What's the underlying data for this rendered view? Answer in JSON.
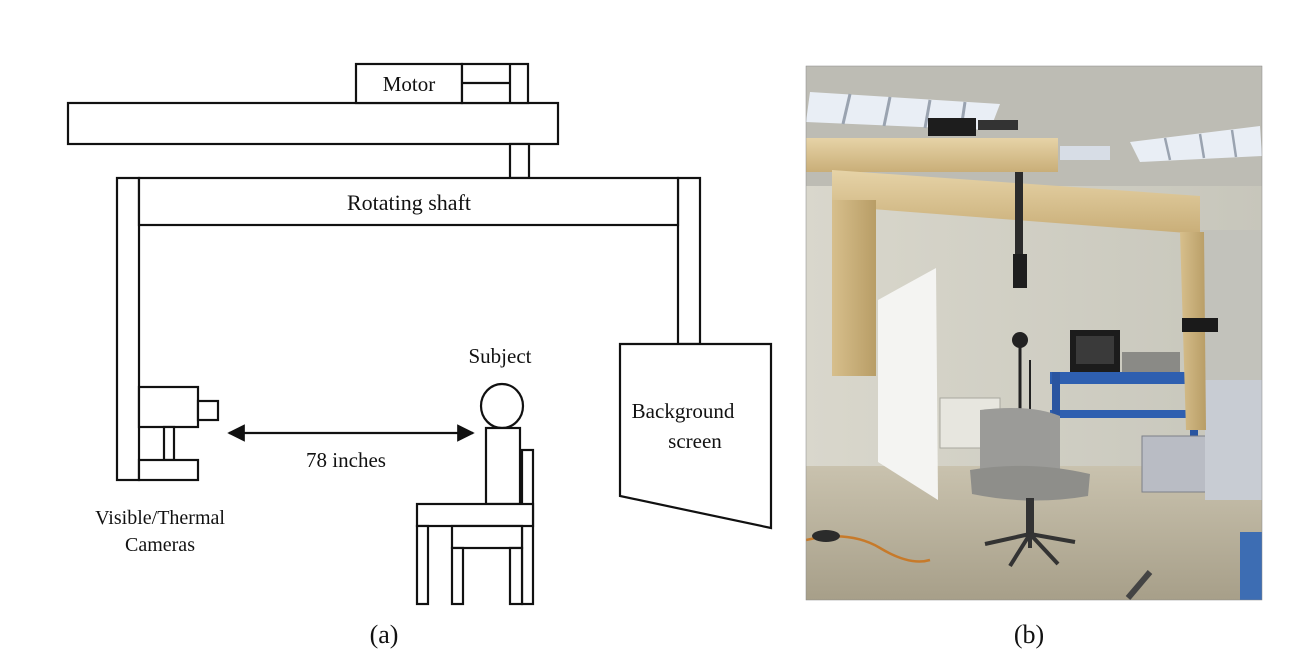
{
  "diagram": {
    "labels": {
      "motor": "Motor",
      "rotating_shaft": "Rotating shaft",
      "subject": "Subject",
      "distance": "78 inches",
      "background_line1": "Background",
      "background_line2": "screen",
      "cameras_line1": "Visible/Thermal",
      "cameras_line2": "Cameras"
    },
    "panel_a_caption": "(a)"
  },
  "photo": {
    "panel_b_caption": "(b)"
  }
}
